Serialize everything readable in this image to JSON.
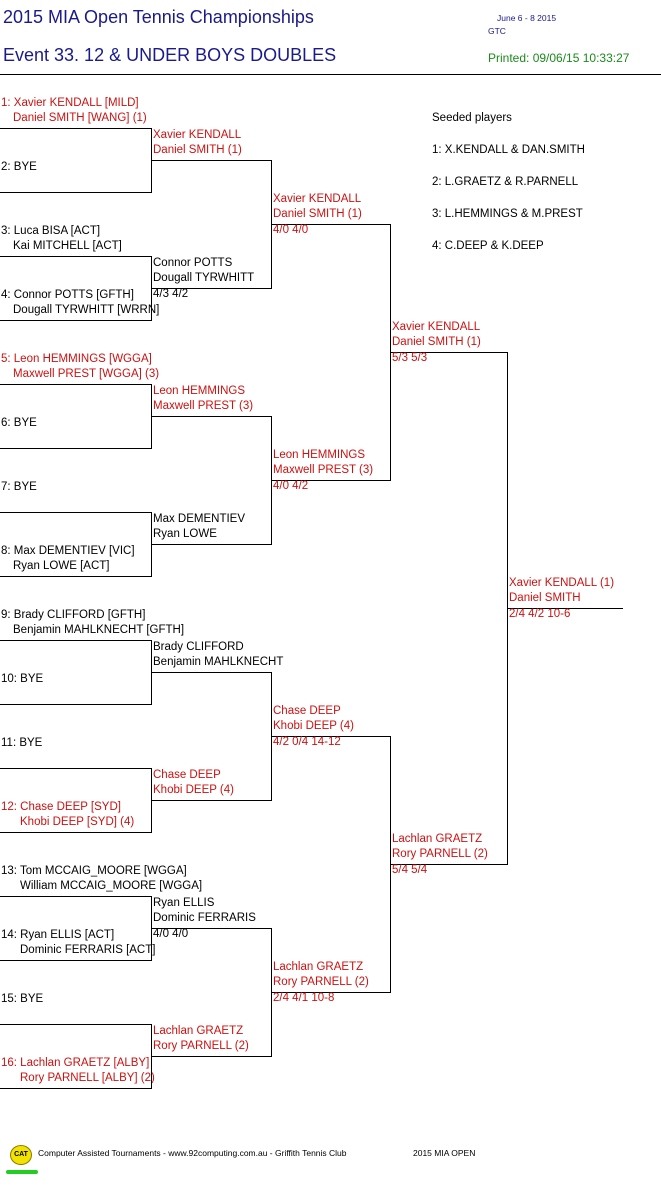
{
  "header": {
    "title": "2015 MIA Open Tennis Championships",
    "event": "Event 33. 12 & UNDER BOYS DOUBLES",
    "dates": "June 6 - 8  2015",
    "venue": "GTC",
    "printed": "Printed: 09/06/15 10:33:27"
  },
  "seeded": {
    "title": "Seeded players",
    "items": [
      "1: X.KENDALL & DAN.SMITH",
      "2: L.GRAETZ & R.PARNELL",
      "3: L.HEMMINGS & M.PREST",
      "4: C.DEEP & K.DEEP"
    ]
  },
  "round1": [
    {
      "a": "1: Xavier KENDALL [MILD]",
      "b": "Daniel SMITH [WANG] (1)",
      "seeded": true
    },
    {
      "a": "2: BYE",
      "b": "",
      "seeded": false
    },
    {
      "a": "3: Luca BISA [ACT]",
      "b": "Kai MITCHELL [ACT]",
      "seeded": false
    },
    {
      "a": "4: Connor POTTS [GFTH]",
      "b": "Dougall TYRWHITT [WRRN]",
      "seeded": false
    },
    {
      "a": "5: Leon HEMMINGS [WGGA]",
      "b": "Maxwell PREST [WGGA] (3)",
      "seeded": true
    },
    {
      "a": "6: BYE",
      "b": "",
      "seeded": false
    },
    {
      "a": "7: BYE",
      "b": "",
      "seeded": false
    },
    {
      "a": "8: Max DEMENTIEV [VIC]",
      "b": "Ryan LOWE [ACT]",
      "seeded": false
    },
    {
      "a": "9: Brady CLIFFORD [GFTH]",
      "b": "Benjamin MAHLKNECHT [GFTH]",
      "seeded": false
    },
    {
      "a": "10: BYE",
      "b": "",
      "seeded": false
    },
    {
      "a": "11: BYE",
      "b": "",
      "seeded": false
    },
    {
      "a": "12: Chase DEEP [SYD]",
      "b": "Khobi DEEP [SYD] (4)",
      "seeded": true
    },
    {
      "a": "13: Tom MCCAIG_MOORE [WGGA]",
      "b": "William MCCAIG_MOORE [WGGA]",
      "seeded": false
    },
    {
      "a": "14: Ryan ELLIS [ACT]",
      "b": "Dominic FERRARIS [ACT]",
      "seeded": false
    },
    {
      "a": "15: BYE",
      "b": "",
      "seeded": false
    },
    {
      "a": "16: Lachlan GRAETZ [ALBY]",
      "b": "Rory PARNELL [ALBY] (2)",
      "seeded": true
    }
  ],
  "round2": [
    {
      "a": "Xavier KENDALL",
      "b": "Daniel SMITH (1)",
      "score": "",
      "seeded": true
    },
    {
      "a": "Connor POTTS",
      "b": "Dougall TYRWHITT",
      "score": "4/3 4/2",
      "seeded": false
    },
    {
      "a": "Leon HEMMINGS",
      "b": "Maxwell PREST (3)",
      "score": "",
      "seeded": true
    },
    {
      "a": "Max DEMENTIEV",
      "b": "Ryan LOWE",
      "score": "",
      "seeded": false
    },
    {
      "a": "Brady CLIFFORD",
      "b": "Benjamin MAHLKNECHT",
      "score": "",
      "seeded": false
    },
    {
      "a": "Chase DEEP",
      "b": "Khobi DEEP (4)",
      "score": "",
      "seeded": true
    },
    {
      "a": "Ryan ELLIS",
      "b": "Dominic FERRARIS",
      "score": "4/0 4/0",
      "seeded": false
    },
    {
      "a": "Lachlan GRAETZ",
      "b": "Rory PARNELL (2)",
      "score": "",
      "seeded": true
    }
  ],
  "quarterfinals": [
    {
      "a": "Xavier KENDALL",
      "b": "Daniel SMITH (1)",
      "score": "4/0 4/0",
      "seeded": true
    },
    {
      "a": "Leon HEMMINGS",
      "b": "Maxwell PREST (3)",
      "score": "4/0 4/2",
      "seeded": true
    },
    {
      "a": "Chase DEEP",
      "b": "Khobi DEEP (4)",
      "score": "4/2 0/4 14-12",
      "seeded": true
    },
    {
      "a": "Lachlan GRAETZ",
      "b": "Rory PARNELL (2)",
      "score": "2/4 4/1 10-8",
      "seeded": true
    }
  ],
  "semifinals": [
    {
      "a": "Xavier KENDALL",
      "b": "Daniel SMITH (1)",
      "score": "5/3 5/3",
      "seeded": true
    },
    {
      "a": "Lachlan GRAETZ",
      "b": "Rory PARNELL (2)",
      "score": "5/4 5/4",
      "seeded": true
    }
  ],
  "final": [
    {
      "a": "Xavier KENDALL (1)",
      "b": "Daniel SMITH",
      "score": "2/4 4/2 10-6",
      "seeded": true
    }
  ],
  "footer": {
    "logo": "CAT",
    "text": "Computer Assisted Tournaments - www.92computing.com.au -  Griffith Tennis Club",
    "event": "2015 MIA OPEN"
  }
}
